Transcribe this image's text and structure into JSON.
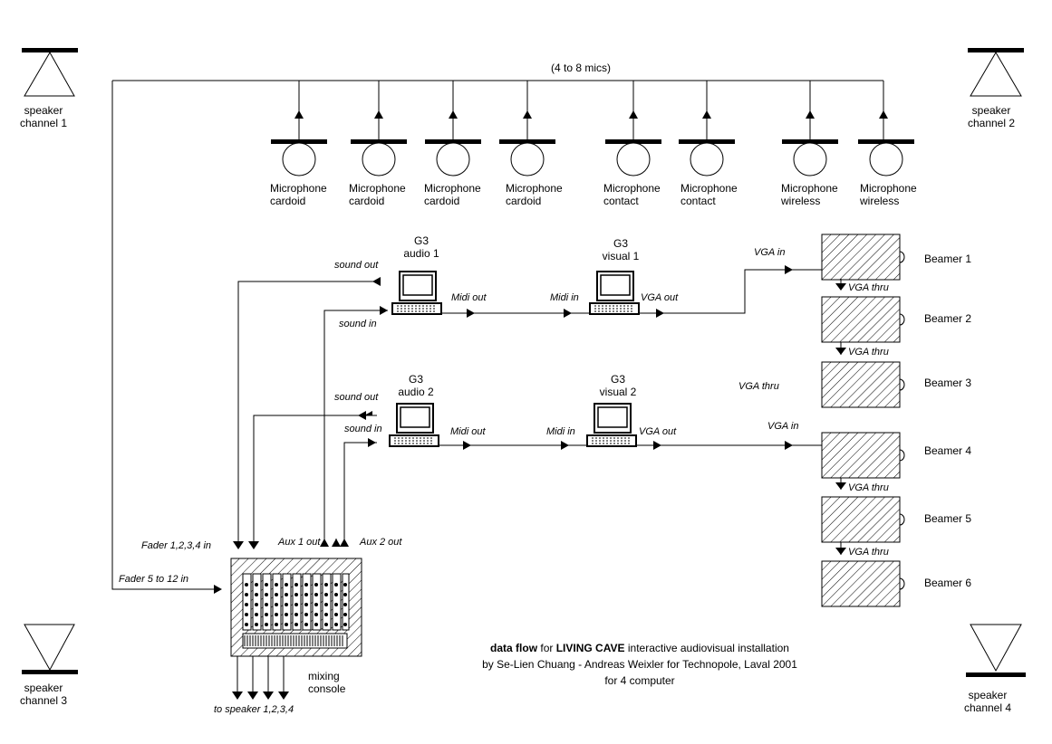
{
  "mic_note": "(4 to 8 mics)",
  "speakers": [
    {
      "line1": "speaker",
      "line2": "channel 1"
    },
    {
      "line1": "speaker",
      "line2": "channel 2"
    },
    {
      "line1": "speaker",
      "line2": "channel 3"
    },
    {
      "line1": "speaker",
      "line2": "channel 4"
    }
  ],
  "microphones": [
    {
      "line1": "Microphone",
      "line2": "cardoid"
    },
    {
      "line1": "Microphone",
      "line2": "cardoid"
    },
    {
      "line1": "Microphone",
      "line2": "cardoid"
    },
    {
      "line1": "Microphone",
      "line2": "cardoid"
    },
    {
      "line1": "Microphone",
      "line2": "contact"
    },
    {
      "line1": "Microphone",
      "line2": "contact"
    },
    {
      "line1": "Microphone",
      "line2": "wireless"
    },
    {
      "line1": "Microphone",
      "line2": "wireless"
    }
  ],
  "computers": [
    {
      "line1": "G3",
      "line2": "audio 1"
    },
    {
      "line1": "G3",
      "line2": "visual 1"
    },
    {
      "line1": "G3",
      "line2": "audio 2"
    },
    {
      "line1": "G3",
      "line2": "visual 2"
    }
  ],
  "signals": {
    "sound_out": "sound out",
    "sound_in": "sound in",
    "midi_out": "Midi out",
    "midi_in": "Midi in",
    "vga_out": "VGA out",
    "vga_in": "VGA in",
    "vga_thru": "VGA thru",
    "fader_1_4": "Fader 1,2,3,4 in",
    "fader_5_12": "Fader  5 to 12  in",
    "aux_1_out": "Aux 1 out",
    "aux_2_out": "Aux 2 out",
    "to_speaker": "to speaker 1,2,3,4"
  },
  "beamers": [
    "Beamer 1",
    "Beamer 2",
    "Beamer 3",
    "Beamer 4",
    "Beamer 5",
    "Beamer 6"
  ],
  "console": {
    "line1": "mixing",
    "line2": "console"
  },
  "caption": {
    "bold1": "data flow",
    "normal1": " for ",
    "bold2": "LIVING CAVE",
    "normal2": "  interactive audiovisual installation",
    "line2": "by Se-Lien Chuang - Andreas Weixler for Technopole, Laval 2001",
    "line3": "for 4 computer"
  }
}
